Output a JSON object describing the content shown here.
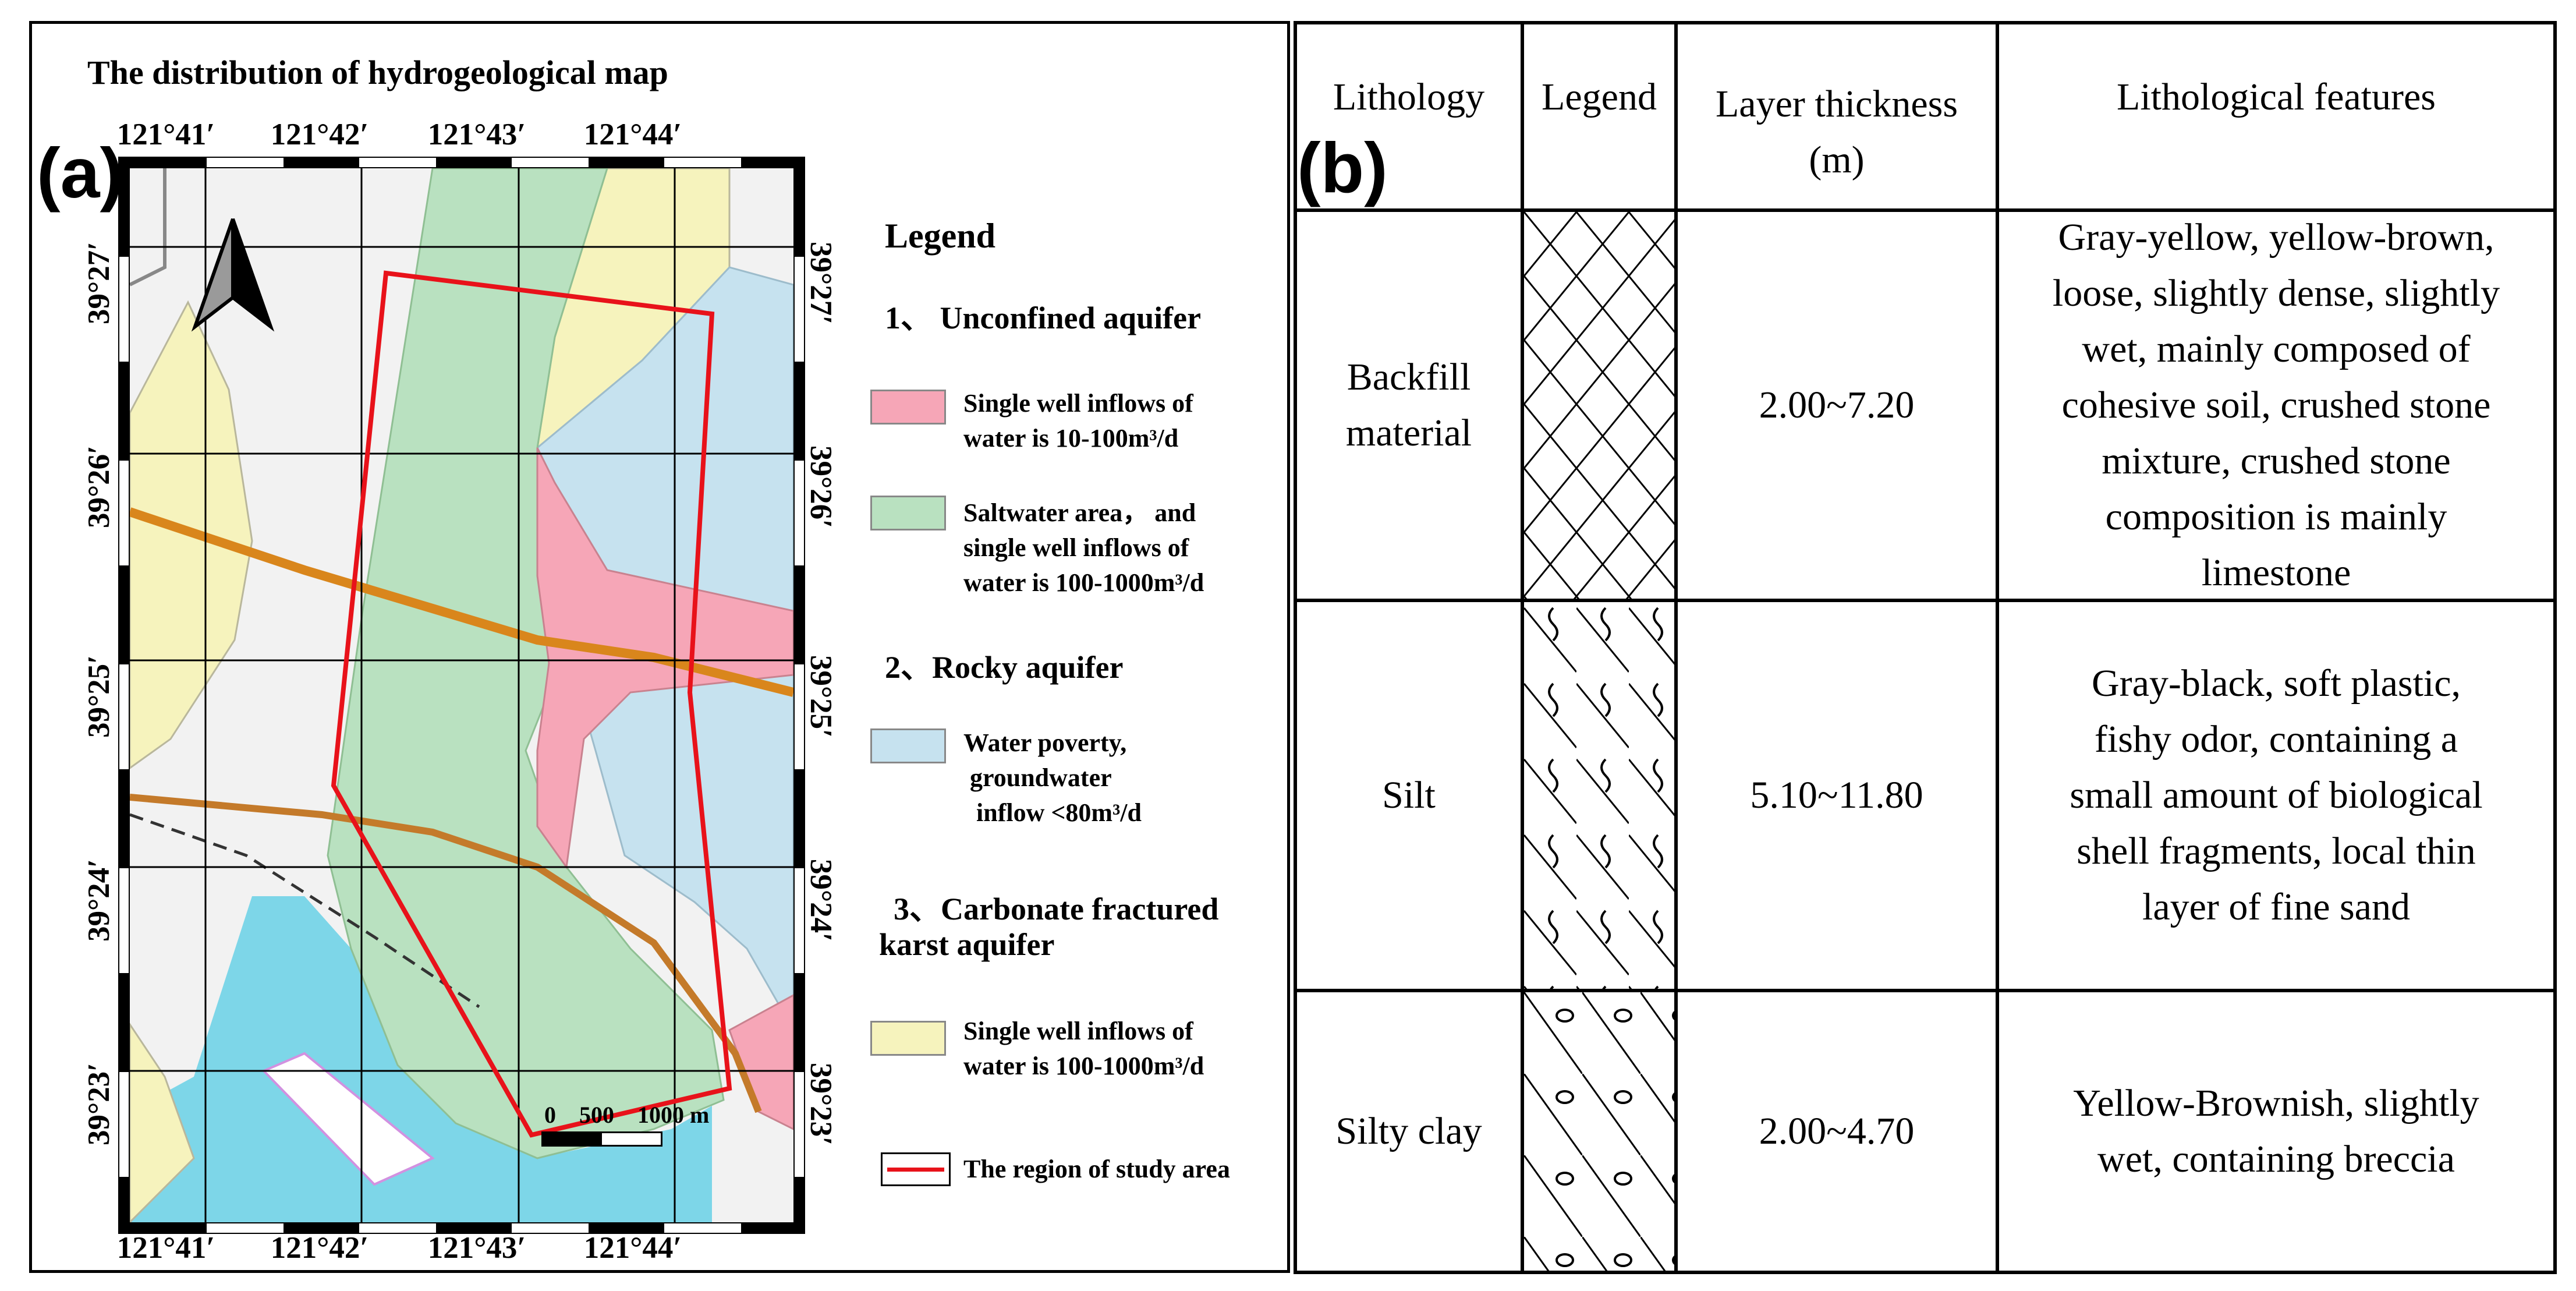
{
  "colors": {
    "unconfined_low": "#f6a6b7",
    "saltwater": "#b9e1c0",
    "water_poverty": "#c6e2ef",
    "carbonate": "#f6f3bd",
    "study_area": "#e8121a",
    "sea": "#7dd6e8"
  },
  "panel_a": {
    "label": "(a)",
    "title": "The distribution of hydrogeological map",
    "longitudes": [
      "121°41′",
      "121°42′",
      "121°43′",
      "121°44′"
    ],
    "latitudes": [
      "39°27′",
      "39°26′",
      "39°25′",
      "39°24′",
      "39°23′"
    ],
    "north_arrow_icon": "north-arrow-icon",
    "scale_bar": {
      "labels": [
        "0",
        "500",
        "1000 m"
      ]
    },
    "legend": {
      "title": "Legend",
      "sections": [
        {
          "heading": "1、 Unconfined aquifer",
          "items": [
            {
              "lines": [
                "Single well inflows of",
                "water is 10-100m³/d"
              ],
              "color_key": "unconfined_low"
            },
            {
              "lines": [
                "Saltwater area，   and",
                "single well inflows of",
                "water is 100-1000m³/d"
              ],
              "color_key": "saltwater"
            }
          ]
        },
        {
          "heading": "2、Rocky aquifer",
          "items": [
            {
              "lines": [
                "Water poverty,",
                " groundwater",
                "  inflow <80m³/d"
              ],
              "color_key": "water_poverty"
            }
          ]
        },
        {
          "heading": "3、Carbonate fractured",
          "heading_line2": "karst aquifer",
          "items": [
            {
              "lines": [
                "Single well inflows of",
                "water is 100-1000m³/d"
              ],
              "color_key": "carbonate"
            }
          ]
        }
      ],
      "study_area_label": "The region of study area"
    }
  },
  "panel_b": {
    "label": "(b)",
    "headers": {
      "lithology": "Lithology",
      "legend": "Legend",
      "thickness_line1": "Layer thickness",
      "thickness_line2": "(m)",
      "features": "Lithological features"
    },
    "rows": [
      {
        "lithology": [
          "Backfill",
          "material"
        ],
        "pattern": "crosshatch-pattern",
        "thickness": "2.00~7.20",
        "features": [
          "Gray-yellow, yellow-brown,",
          "loose, slightly dense, slightly",
          "wet, mainly composed of",
          "cohesive soil, crushed stone",
          "mixture, crushed stone",
          "composition is mainly",
          "limestone"
        ]
      },
      {
        "lithology": [
          "Silt"
        ],
        "pattern": "silt-pattern",
        "thickness": "5.10~11.80",
        "features": [
          "Gray-black, soft plastic,",
          "fishy odor, containing a",
          "small amount of biological",
          "shell fragments, local thin",
          "layer of fine sand"
        ]
      },
      {
        "lithology": [
          "Silty clay"
        ],
        "pattern": "silty-clay-pattern",
        "thickness": "2.00~4.70",
        "features": [
          "Yellow-Brownish, slightly",
          "wet, containing breccia"
        ]
      }
    ]
  }
}
